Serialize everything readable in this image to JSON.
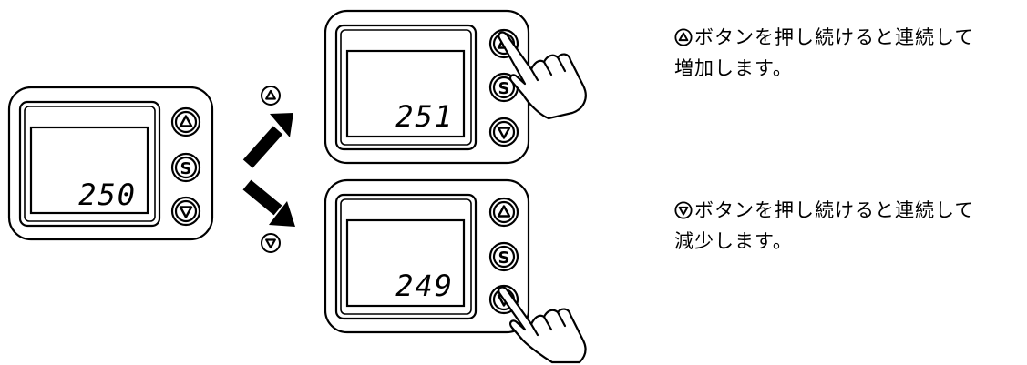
{
  "devices": [
    {
      "id": "initial",
      "reading": "250"
    },
    {
      "id": "after-up",
      "reading": "251"
    },
    {
      "id": "after-down",
      "reading": "249"
    }
  ],
  "buttons": {
    "up": "up-triangle-icon",
    "set": "S",
    "down": "down-triangle-icon"
  },
  "instructions": {
    "up_line1": "ボタンを押し続けると連続して",
    "up_line2": "増加します。",
    "down_line1": "ボタンを押し続けると連続して",
    "down_line2": "減少します。"
  },
  "colors": {
    "ink": "#000000",
    "background": "#ffffff"
  }
}
